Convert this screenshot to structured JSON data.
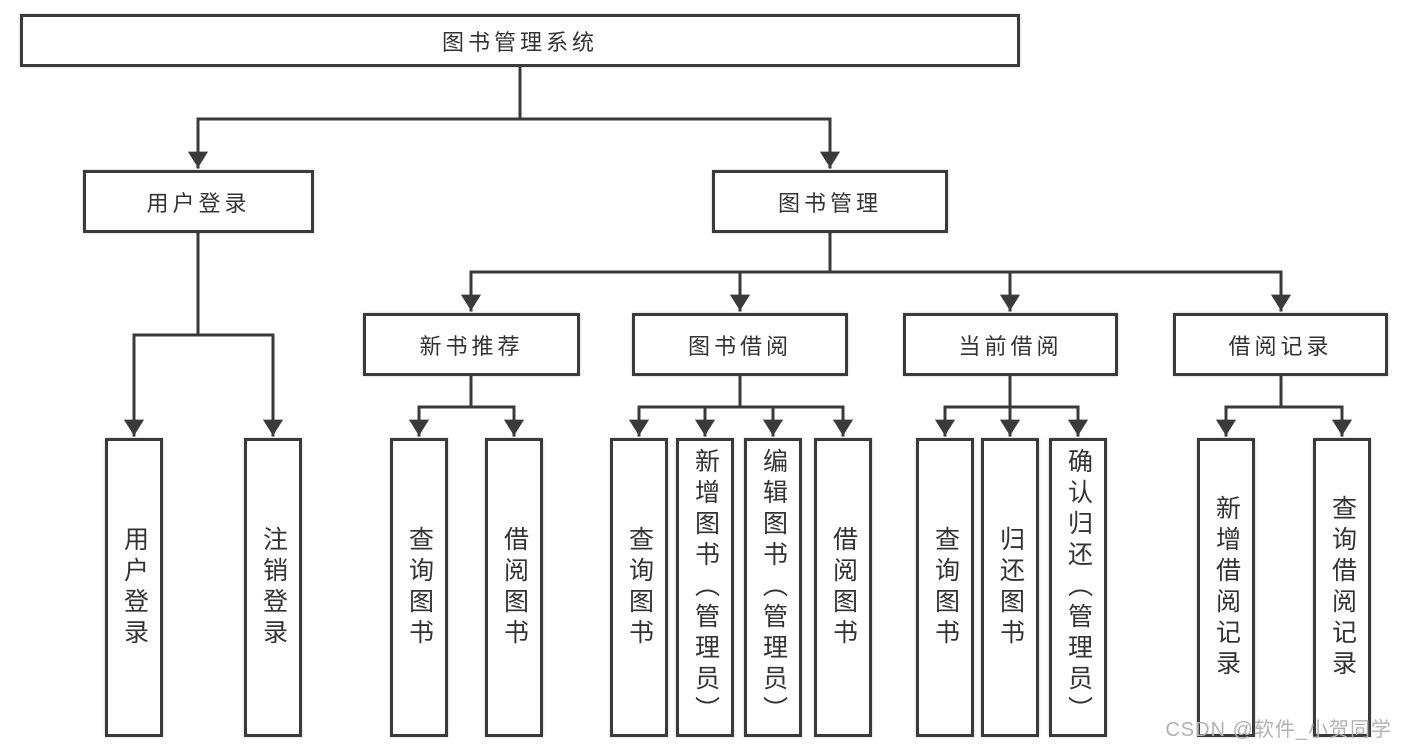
{
  "diagram": {
    "root": "图书管理系统",
    "branches": [
      {
        "label": "用户登录",
        "children": [
          {
            "label": "用户登录"
          },
          {
            "label": "注销登录"
          }
        ]
      },
      {
        "label": "图书管理",
        "children": [
          {
            "label": "新书推荐",
            "children": [
              {
                "label": "查询图书"
              },
              {
                "label": "借阅图书"
              }
            ]
          },
          {
            "label": "图书借阅",
            "children": [
              {
                "label": "查询图书"
              },
              {
                "label": "新增图书（管理员）"
              },
              {
                "label": "编辑图书（管理员）"
              },
              {
                "label": "借阅图书"
              }
            ]
          },
          {
            "label": "当前借阅",
            "children": [
              {
                "label": "查询图书"
              },
              {
                "label": "归还图书"
              },
              {
                "label": "确认归还（管理员）"
              }
            ]
          },
          {
            "label": "借阅记录",
            "children": [
              {
                "label": "新增借阅记录"
              },
              {
                "label": "查询借阅记录"
              }
            ]
          }
        ]
      }
    ]
  },
  "watermark": "CSDN @软件_小贺同学",
  "colors": {
    "line": "#3a3a3a",
    "text": "#333333",
    "watermark": "#b2b2b2",
    "background": "#ffffff"
  }
}
